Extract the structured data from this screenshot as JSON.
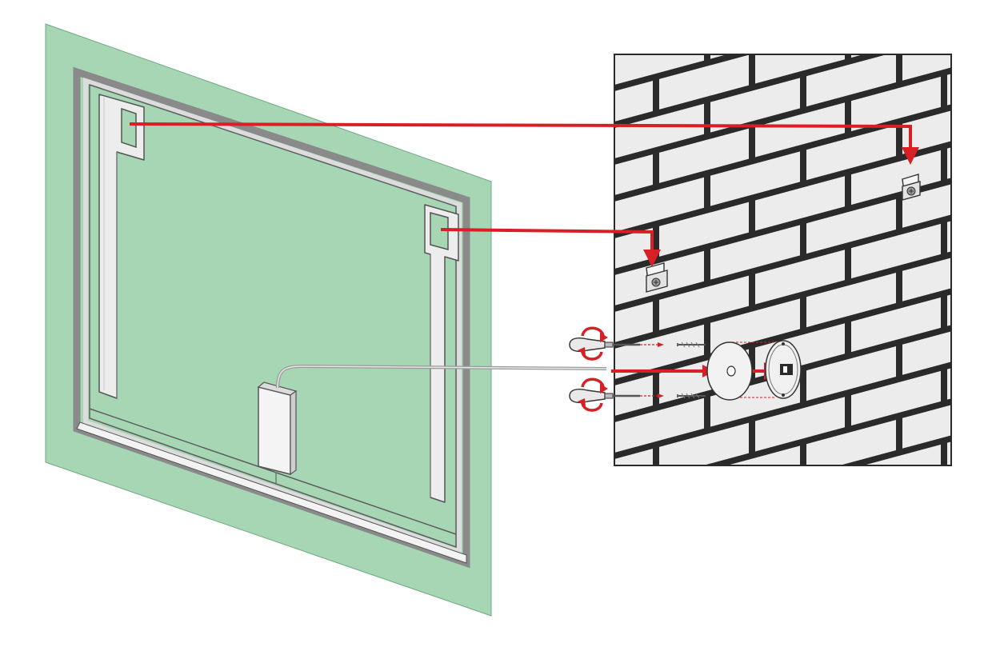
{
  "figure": {
    "type": "installation-diagram",
    "colors": {
      "background": "#ffffff",
      "mirror_glass": "#a6d6b4",
      "mirror_frame": "#8a8a8a",
      "mirror_frame_light": "#d9d9d9",
      "bracket": "#eeeeee",
      "wall_brick": "#ececec",
      "wall_mortar": "#2a2a2a",
      "arrow": "#d81f26",
      "outline": "#3a3a3a"
    },
    "icons": [
      "mirror-panel",
      "hanging-bracket",
      "led-driver-box",
      "power-cable",
      "brick-wall",
      "wall-hook",
      "screwdriver",
      "rotation-arrow",
      "screw",
      "cover-plate",
      "junction-box"
    ]
  }
}
